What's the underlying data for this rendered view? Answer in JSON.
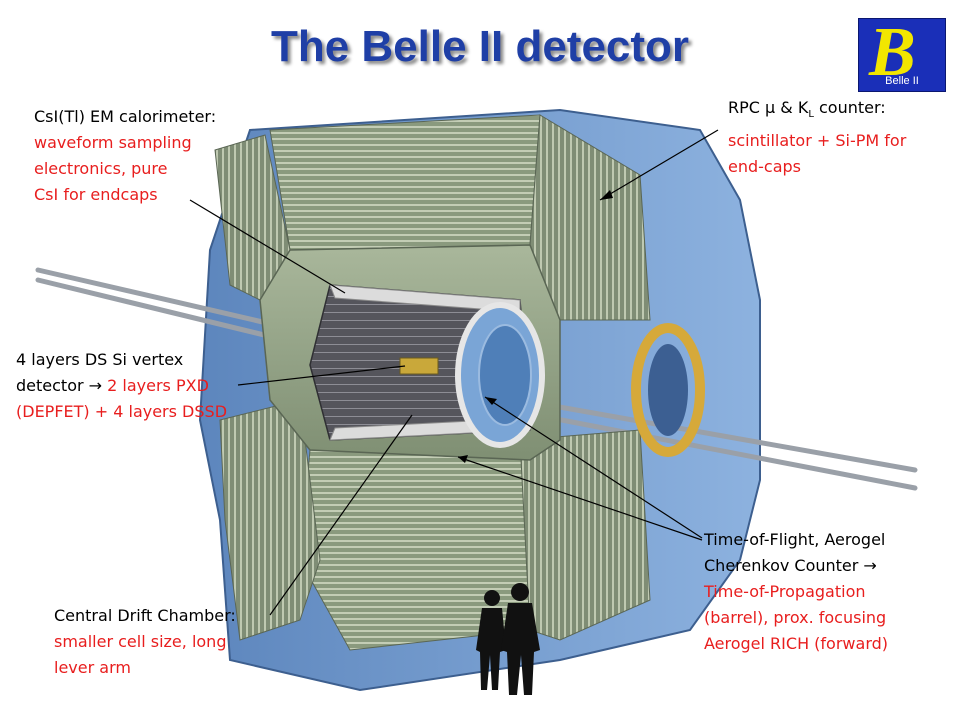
{
  "title": "The Belle II detector",
  "logo": {
    "text": "Belle II"
  },
  "labels": {
    "calorimeter": {
      "heading": "CsI(Tl) EM calorimeter:",
      "lines": [
        "waveform sampling",
        "electronics, pure",
        "CsI for endcaps"
      ]
    },
    "rpc": {
      "heading": "RPC μ & K",
      "heading_sub": "L",
      "heading_end": " counter:",
      "lines": [
        "scintillator + Si-PM for",
        "end-caps"
      ]
    },
    "vertex": {
      "line1": "4 layers DS Si vertex",
      "line2_black": "detector →",
      "line2_red": " 2 layers PXD",
      "line3": "(DEPFET) + 4 layers DSSD"
    },
    "tof": {
      "line1": "Time-of-Flight,  Aerogel",
      "line2": "Cherenkov Counter →",
      "lines_red": [
        "Time-of-Propagation",
        "(barrel), prox. focusing",
        "Aerogel RICH (forward)"
      ]
    },
    "cdc": {
      "heading": "Central Drift Chamber:",
      "lines": [
        "smaller cell size, long",
        "lever arm"
      ]
    }
  },
  "colors": {
    "title": "#1f3fa6",
    "accent_red": "#e81e1e",
    "logo_bg": "#1a2fb8",
    "logo_b": "#f2e600"
  }
}
